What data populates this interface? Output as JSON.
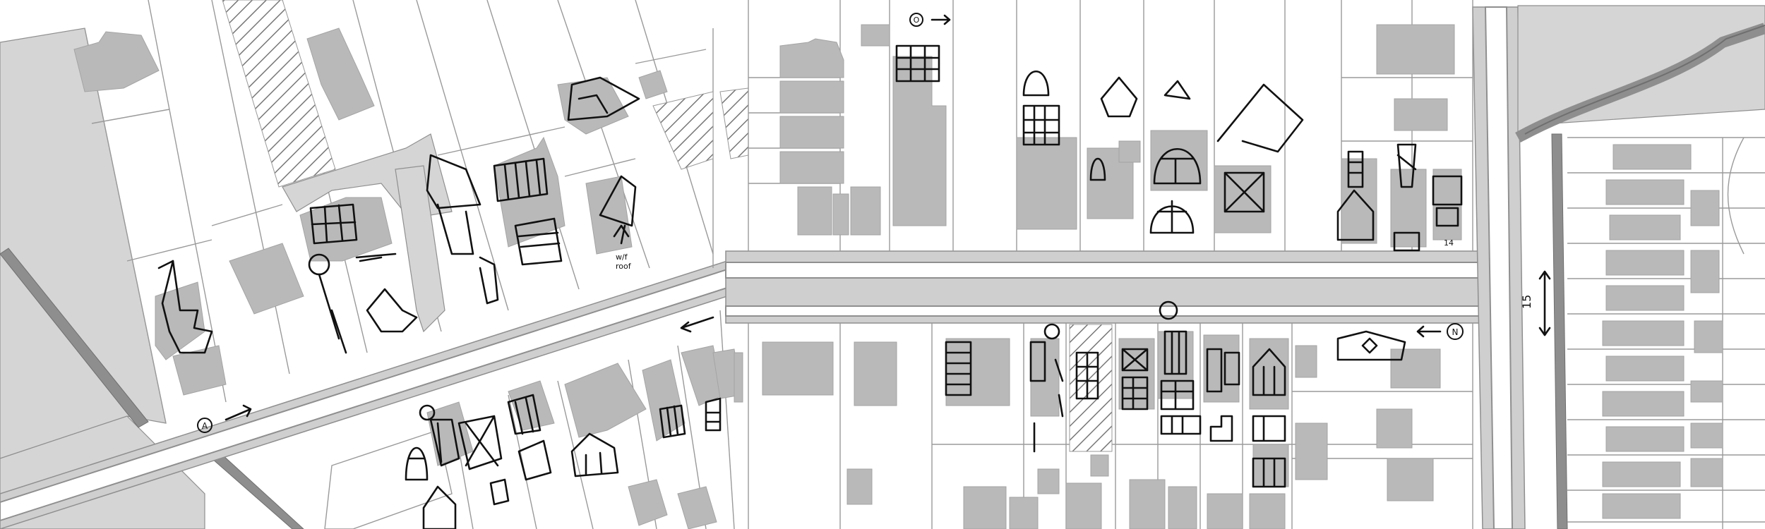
{
  "figure": {
    "description_kind": "hand-annotated site plan",
    "accent_ink": "#111111",
    "building_gray": "#b9b9b9",
    "road_gray": "#cfcfcf"
  },
  "markers": [
    {
      "id": "A",
      "label": "A",
      "arrow": "right"
    },
    {
      "id": "O",
      "label": "O",
      "arrow": "right"
    },
    {
      "id": "N",
      "label": "N",
      "arrow": "left"
    }
  ],
  "handwritten_notes": [
    {
      "id": "note-15",
      "text": "15"
    },
    {
      "id": "note-wf",
      "text": "w/f"
    },
    {
      "id": "note-roof",
      "text": "roof"
    },
    {
      "id": "note-14",
      "text": "14"
    }
  ]
}
